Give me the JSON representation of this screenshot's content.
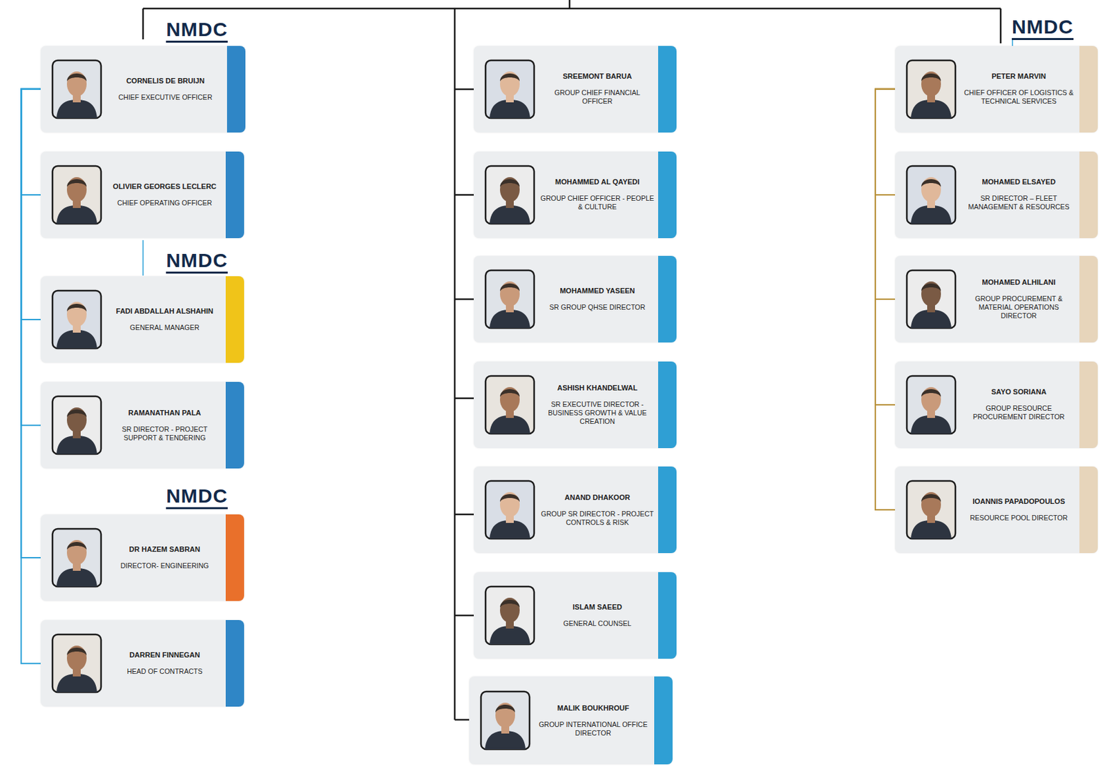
{
  "diagram": {
    "nodes": [
      {
        "text": [
          "CORNELIS DE BRUIJN",
          "CHIEF EXECUTIVE OFFICER"
        ]
      },
      {
        "text": [
          "OLIVIER GEORGES LECLERC",
          "CHIEF OPERATING OFFICER"
        ]
      },
      {
        "text": [
          "FADI ABDALLAH ALSHAHIN",
          "GENERAL MANAGER"
        ]
      },
      {
        "text": [
          "RAMANATHAN PALA",
          "SR DIRECTOR - PROJECT SUPPORT & TENDERING"
        ]
      },
      {
        "text": [
          "DR HAZEM SABRAN",
          "DIRECTOR- ENGINEERING"
        ]
      },
      {
        "text": [
          "DARREN FINNEGAN",
          "HEAD OF CONTRACTS"
        ]
      },
      {
        "text": [
          "SREEMONT BARUA",
          "GROUP CHIEF FINANCIAL OFFICER"
        ]
      },
      {
        "text": [
          "MOHAMMED AL QAYEDI",
          "GROUP CHIEF OFFICER - PEOPLE & CULTURE"
        ]
      },
      {
        "text": [
          "MOHAMMED YASEEN",
          "SR GROUP QHSE DIRECTOR"
        ]
      },
      {
        "text": [
          "ASHISH KHANDELWAL",
          "SR EXECUTIVE DIRECTOR - BUSINESS GROWTH & VALUE CREATION"
        ]
      },
      {
        "text": [
          "ANAND DHAKOOR",
          "GROUP SR DIRECTOR - PROJECT CONTROLS & RISK"
        ]
      },
      {
        "text": [
          "ISLAM SAEED",
          "GENERAL COUNSEL"
        ]
      },
      {
        "text": [
          "MALIK BOUKHROUF",
          "GROUP INTERNATIONAL OFFICE DIRECTOR"
        ]
      },
      {
        "text": [
          "PETER MARVIN",
          "CHIEF OFFICER OF LOGISTICS & TECHNICAL SERVICES"
        ]
      },
      {
        "text": [
          "MOHAMED ELSAYED",
          "SR DIRECTOR – FLEET MANAGEMENT & RESOURCES"
        ]
      },
      {
        "text": [
          "MOHAMED ALHILANI",
          "GROUP PROCUREMENT & MATERIAL OPERATIONS DIRECTOR"
        ]
      },
      {
        "text": [
          "SAYO SORIANA",
          "GROUP RESOURCE PROCUREMENT DIRECTOR"
        ]
      },
      {
        "text": [
          "IOANNIS PAPADOPOULOS",
          "RESOURCE POOL DIRECTOR"
        ]
      }
    ],
    "edges": [
      {
        "from": 0,
        "to": 1,
        "arrow": "none"
      },
      {
        "from": 0,
        "to": 2,
        "arrow": "none"
      },
      {
        "from": 0,
        "to": 3,
        "arrow": "none"
      },
      {
        "from": 0,
        "to": 4,
        "arrow": "none"
      },
      {
        "from": 0,
        "to": 5,
        "arrow": "none"
      },
      {
        "from": 13,
        "to": 14,
        "arrow": "none"
      },
      {
        "from": 13,
        "to": 15,
        "arrow": "none"
      },
      {
        "from": 13,
        "to": 16,
        "arrow": "none"
      },
      {
        "from": 13,
        "to": 17,
        "arrow": "none"
      }
    ],
    "labels": [
      "NMDC",
      "NMDC",
      "NMDC",
      "NMDC"
    ]
  }
}
